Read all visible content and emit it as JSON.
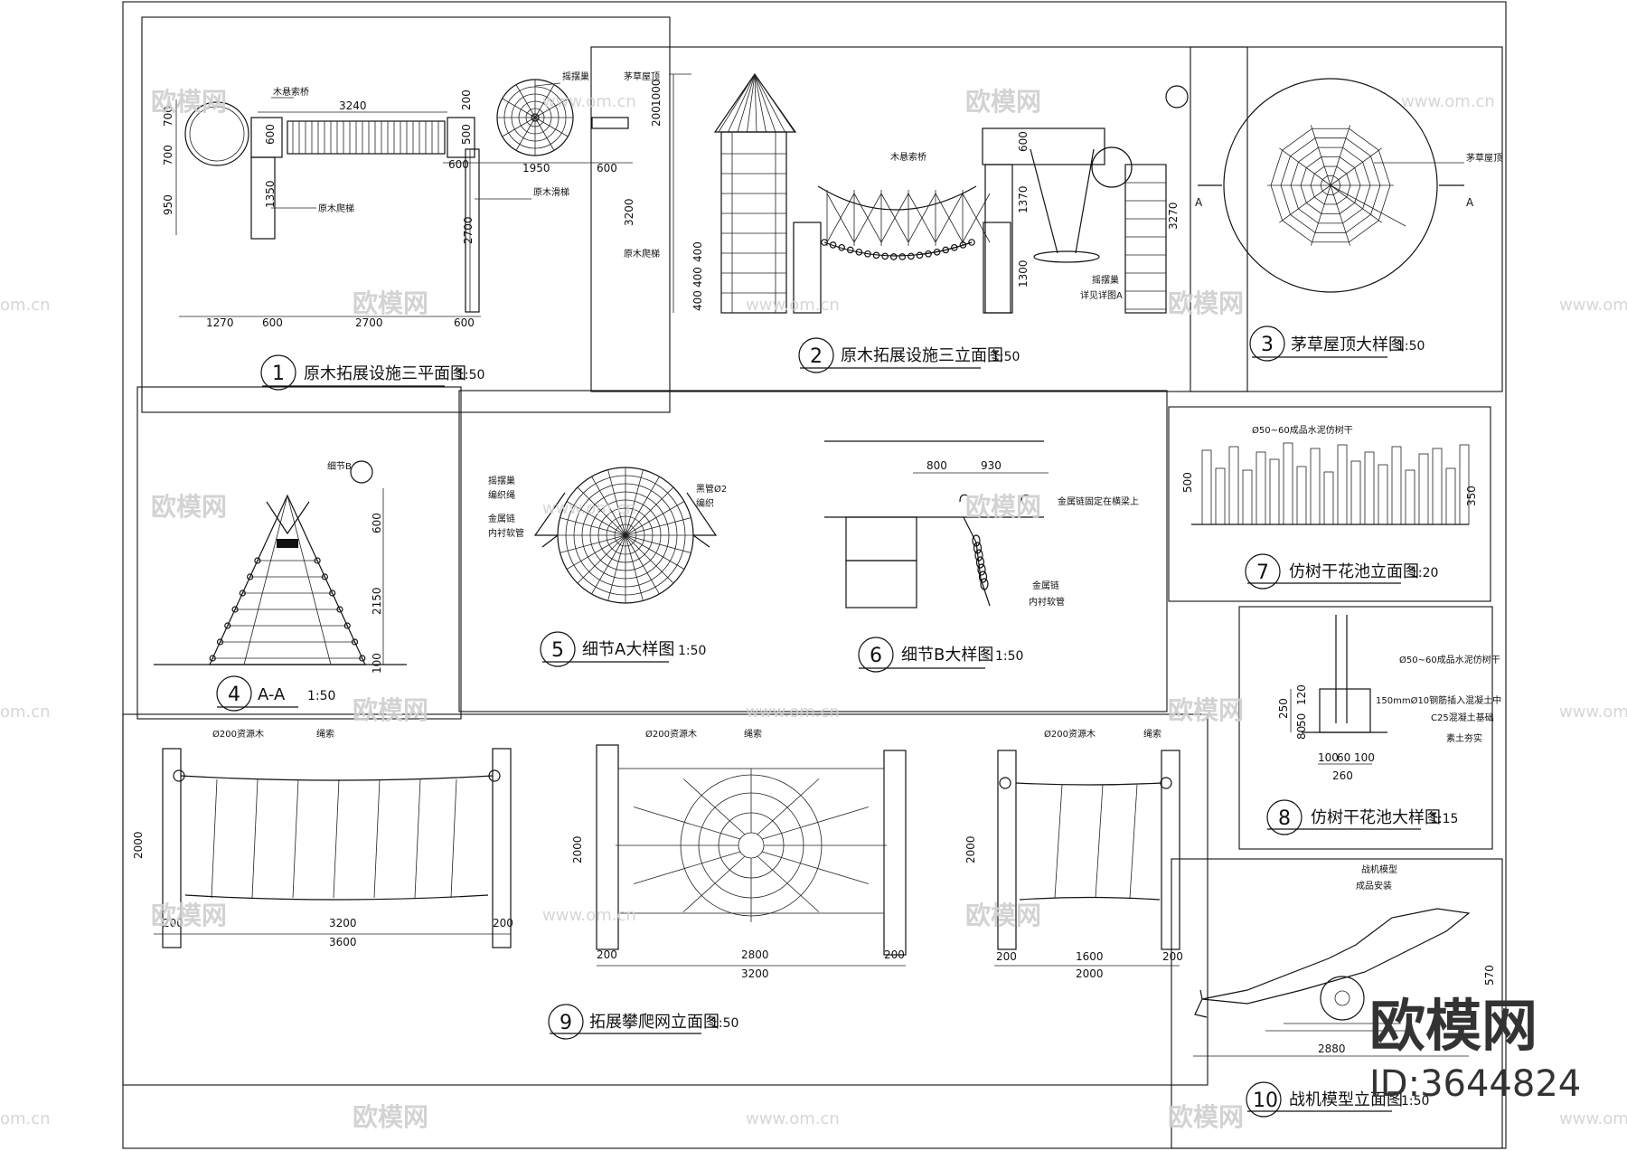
{
  "watermark": {
    "text": "欧模网",
    "url": "www.om.cn",
    "url_partial": "om.cn"
  },
  "brand": {
    "logo_text": "欧模网",
    "id_text": "ID:3644824"
  },
  "drawings": [
    {
      "number": "1",
      "title": "原木拓展设施三平面图",
      "scale": "1:50",
      "labels": {
        "bridge": "木悬索桥",
        "swing": "摇摆巢",
        "stair": "原木爬梯",
        "rope": "原木滑梯"
      },
      "dims": [
        "3240",
        "200",
        "500",
        "600",
        "1950",
        "600",
        "700",
        "700",
        "950",
        "600",
        "1350",
        "2700",
        "1270",
        "600",
        "2700",
        "600",
        "600"
      ]
    },
    {
      "number": "2",
      "title": "原木拓展设施三立面图",
      "scale": "1:50",
      "labels": {
        "roof": "茅草屋顶",
        "bridge": "木悬索桥",
        "ladder": "原木爬梯",
        "swing": "摇摆巢",
        "detail": "详见详图A"
      },
      "dims": [
        "1000",
        "200",
        "3200",
        "400",
        "400",
        "400",
        "600",
        "1370",
        "1300",
        "3270"
      ]
    },
    {
      "number": "3",
      "title": "茅草屋顶大样图",
      "scale": "1:50",
      "labels": {
        "roof": "茅草屋顶",
        "sectionA": "A"
      }
    },
    {
      "number": "4",
      "title": "A-A",
      "scale": "1:50",
      "labels": {
        "detail": "细节B"
      },
      "dims": [
        "600",
        "2150",
        "100"
      ]
    },
    {
      "number": "5",
      "title": "细节A大样图",
      "scale": "1:50",
      "labels": {
        "nest": "摇摆巢",
        "weave": "编织绳",
        "chain": "金属链",
        "tube": "内衬软管",
        "pipe": "黑管Ø2",
        "wrap": "编织"
      }
    },
    {
      "number": "6",
      "title": "细节B大样图",
      "scale": "1:50",
      "labels": {
        "fix": "金属链固定在横梁上",
        "chain": "金属链",
        "tube": "内衬软管"
      },
      "dims": [
        "800",
        "930"
      ]
    },
    {
      "number": "7",
      "title": "仿树干花池立面图",
      "scale": "1:20",
      "labels": {
        "trunk": "Ø50~60成品水泥仿树干"
      },
      "dims": [
        "500",
        "350"
      ]
    },
    {
      "number": "8",
      "title": "仿树干花池大样图",
      "scale": "1:15",
      "labels": {
        "trunk": "Ø50~60成品水泥仿树干",
        "rebar": "150mmØ10钢筋插入混凝土中",
        "concrete": "C25混凝土基础",
        "soil": "素土夯实"
      },
      "dims": [
        "250",
        "120",
        "50",
        "80",
        "100",
        "60",
        "100",
        "260"
      ]
    },
    {
      "number": "9",
      "title": "拓展攀爬网立面图",
      "scale": "1:50",
      "labels": {
        "post": "Ø200资源木",
        "rope": "绳索"
      },
      "panels": [
        {
          "height": "2000",
          "post_w": "200",
          "inner": "3200",
          "total": "3600"
        },
        {
          "height": "2000",
          "post_w": "200",
          "inner": "2800",
          "total": "3200"
        },
        {
          "height": "2000",
          "post_w": "200",
          "inner": "1600",
          "total": "2000"
        }
      ]
    },
    {
      "number": "10",
      "title": "战机模型立面图",
      "scale": "1:50",
      "labels": {
        "model": "战机模型",
        "install": "成品安装"
      },
      "dims": [
        "2880",
        "570"
      ]
    }
  ]
}
